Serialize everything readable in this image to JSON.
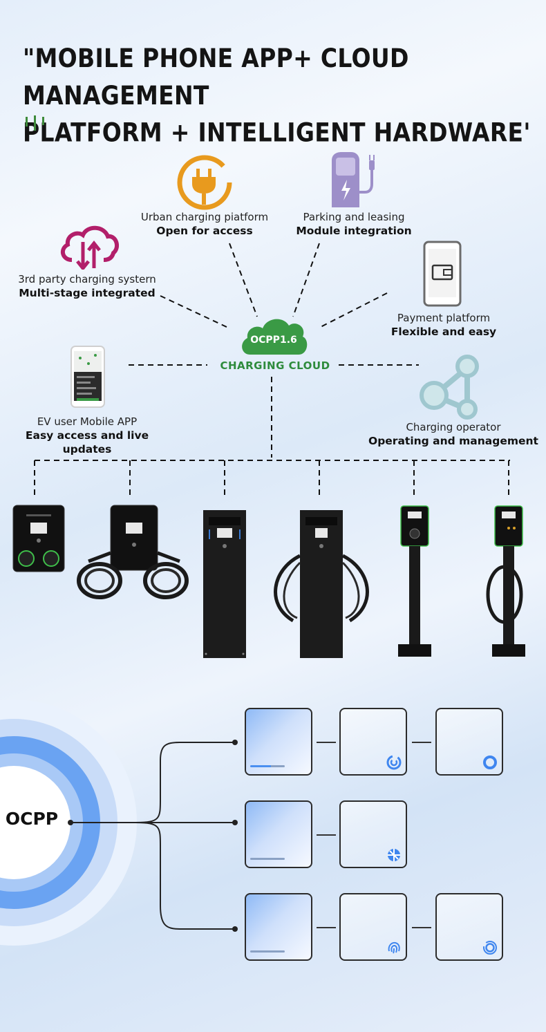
{
  "headline": {
    "line1": "\"MOBILE PHONE APP+ CLOUD MANAGEMENT",
    "line2": "PLATFORM + INTELLIGENT HARDWARE'"
  },
  "hub": {
    "badge": "OCPP1.6",
    "label": "CHARGING CLOUD",
    "color": "#3a9a45"
  },
  "nodes": {
    "urban": {
      "title": "Urban charging piatform",
      "sub": "Open for access",
      "icon": "plug-icon",
      "color": "#e89a1e"
    },
    "parking": {
      "title": "Parking and leasing",
      "sub": "Module integration",
      "icon": "charging-station-icon",
      "color": "#9d8fc9"
    },
    "third_party": {
      "title": "3rd party charging systern",
      "sub": "Multi-stage integrated",
      "icon": "cloud-transfer-icon",
      "color": "#b21f6a"
    },
    "payment": {
      "title": "Payment platform",
      "sub": "Flexible and easy",
      "icon": "phone-wallet-icon",
      "color": "#555555"
    },
    "ev_app": {
      "title": "EV user Mobile APP",
      "sub": "Easy access and live updates",
      "icon": "phone-map-icon",
      "color": "#333333"
    },
    "operator": {
      "title": "Charging operator",
      "sub": "Operating and management",
      "icon": "network-share-icon",
      "color": "#9fc7cf"
    }
  },
  "chargers": [
    {
      "type": "wall-dual-socket",
      "icon": "charger-wall-dual-socket"
    },
    {
      "type": "wall-dual-cable",
      "icon": "charger-wall-dual-cable"
    },
    {
      "type": "floor-pedestal-socket",
      "icon": "charger-floor-pedestal"
    },
    {
      "type": "floor-pedestal-cable",
      "icon": "charger-floor-pedestal-cable"
    },
    {
      "type": "post-socket",
      "icon": "charger-post-socket"
    },
    {
      "type": "post-cable",
      "icon": "charger-post-cable"
    }
  ],
  "protocol": {
    "label": "OCPP",
    "accent": "#6aa3f2"
  }
}
